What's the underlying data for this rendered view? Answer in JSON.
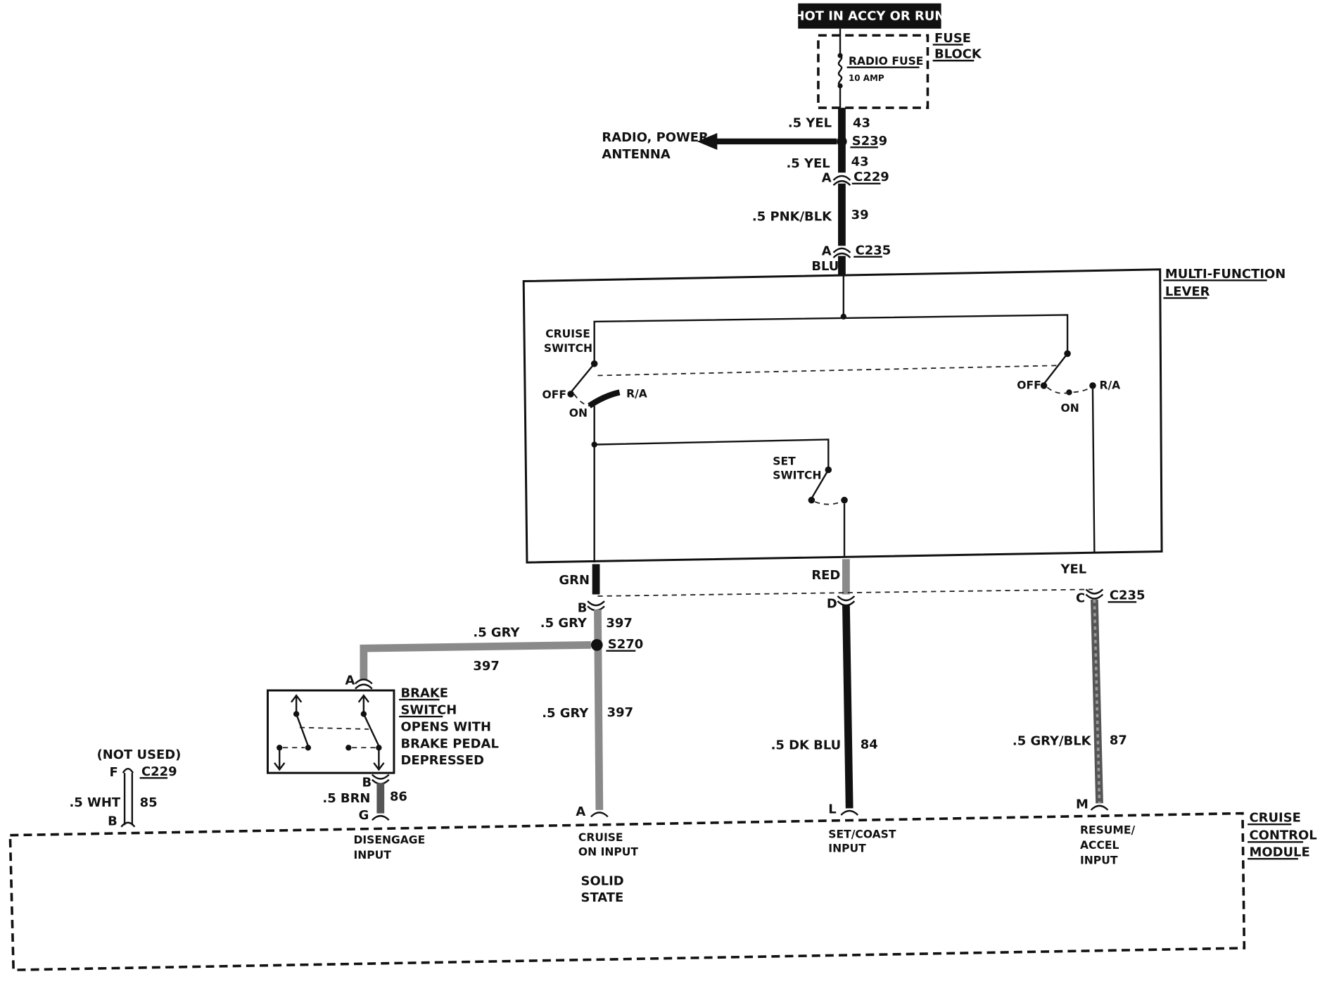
{
  "power": {
    "label": "HOT IN ACCY OR RUN"
  },
  "fuse_block": {
    "title_line1": "FUSE",
    "title_line2": "BLOCK",
    "fuse_name": "RADIO FUSE",
    "fuse_rating": "10 AMP"
  },
  "branch": {
    "label_line1": "RADIO, POWER",
    "label_line2": "ANTENNA"
  },
  "wires": {
    "w43a": {
      "gauge_color": ".5 YEL",
      "circuit": "43"
    },
    "w43b": {
      "gauge_color": ".5 YEL",
      "circuit": "43"
    },
    "w39": {
      "gauge_color": ".5 PNK/BLK",
      "circuit": "39"
    },
    "w397_top": {
      "gauge_color": ".5 GRY",
      "circuit": "397"
    },
    "w397_branch": {
      "gauge_color": ".5 GRY",
      "circuit": "397"
    },
    "w397_bottom": {
      "gauge_color": ".5 GRY",
      "circuit": "397"
    },
    "w84": {
      "gauge_color": ".5 DK BLU",
      "circuit": "84"
    },
    "w87": {
      "gauge_color": ".5 GRY/BLK",
      "circuit": "87"
    },
    "w86": {
      "gauge_color": ".5 BRN",
      "circuit": "86"
    },
    "w85": {
      "gauge_color": ".5 WHT",
      "circuit": "85"
    }
  },
  "splices": {
    "s239": "S239",
    "s270": "S270"
  },
  "connectors": {
    "c229_top": {
      "name": "C229",
      "pin": "A"
    },
    "c235_top": {
      "name": "C235",
      "pin": "A",
      "color": "BLU"
    },
    "c235_b": {
      "pin": "B",
      "color": "GRN"
    },
    "c235_d": {
      "pin": "D",
      "color": "RED"
    },
    "c235_c": {
      "name": "C235",
      "pin": "C",
      "color": "YEL"
    },
    "brake_a": {
      "pin": "A"
    },
    "brake_b": {
      "pin": "B"
    },
    "c229_bottom": {
      "name": "C229",
      "pin_f": "F",
      "pin_b": "B",
      "note": "(NOT USED)"
    }
  },
  "multi_function_lever": {
    "title_line1": "MULTI-FUNCTION",
    "title_line2": "LEVER",
    "cruise_switch_line1": "CRUISE",
    "cruise_switch_line2": "SWITCH",
    "left_off": "OFF",
    "left_on": "ON",
    "left_ra": "R/A",
    "right_off": "OFF",
    "right_on": "ON",
    "right_ra": "R/A",
    "set_switch_line1": "SET",
    "set_switch_line2": "SWITCH"
  },
  "brake_switch": {
    "line1": "BRAKE",
    "line2": "SWITCH",
    "line3": "OPENS WITH",
    "line4": "BRAKE PEDAL",
    "line5": "DEPRESSED"
  },
  "module": {
    "title_line1": "CRUISE",
    "title_line2": "CONTROL",
    "title_line3": "MODULE",
    "type_line1": "SOLID",
    "type_line2": "STATE",
    "pin_g": "G",
    "pin_a": "A",
    "pin_l": "L",
    "pin_m": "M",
    "disengage_line1": "DISENGAGE",
    "disengage_line2": "INPUT",
    "cruise_on_line1": "CRUISE",
    "cruise_on_line2": "ON INPUT",
    "set_coast_line1": "SET/COAST",
    "set_coast_line2": "INPUT",
    "resume_line1": "RESUME/",
    "resume_line2": "ACCEL",
    "resume_line3": "INPUT"
  }
}
